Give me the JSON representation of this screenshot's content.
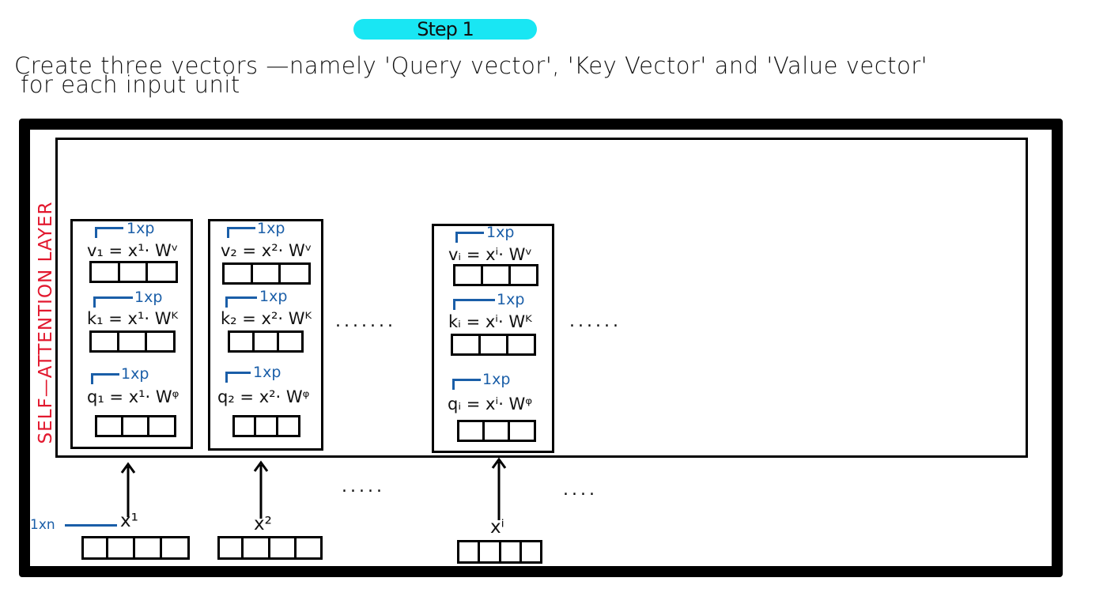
{
  "header": {
    "step_label": "Step 1",
    "description_line1": "Create three vectors —namely 'Query vector', 'Key Vector' and 'Value vector'",
    "description_line2": "for each input unit"
  },
  "diagram": {
    "layer_label": "SELF—ATTENTION LAYER",
    "units": [
      {
        "value": {
          "dim": "1xp",
          "formula": "v₁ = x¹· Wᵛ"
        },
        "key": {
          "dim": "1xp",
          "formula": "k₁ = x¹· Wᴷ"
        },
        "query": {
          "dim": "1xp",
          "formula": "q₁ = x¹· Wᵠ"
        }
      },
      {
        "value": {
          "dim": "1xp",
          "formula": "v₂ = x²· Wᵛ"
        },
        "key": {
          "dim": "1xp",
          "formula": "k₂ = x²· Wᴷ"
        },
        "query": {
          "dim": "1xp",
          "formula": "q₂ = x²· Wᵠ"
        }
      },
      {
        "value": {
          "dim": "1xp",
          "formula": "vᵢ = xⁱ· Wᵛ"
        },
        "key": {
          "dim": "1xp",
          "formula": "kᵢ = xⁱ· Wᴷ"
        },
        "query": {
          "dim": "1xp",
          "formula": "qᵢ = xⁱ· Wᵠ"
        }
      }
    ],
    "inputs": [
      {
        "label": "x¹"
      },
      {
        "label": "x²"
      },
      {
        "label": "xⁱ"
      }
    ],
    "input_dim": "1xn",
    "ellipsis_layer_mid": ".......",
    "ellipsis_layer_end": "......",
    "ellipsis_input_mid": ".....",
    "ellipsis_input_end": "...."
  },
  "colors": {
    "pill": "#19e6f3",
    "layer_label": "#e2182e",
    "dimension": "#1a5ea8"
  }
}
